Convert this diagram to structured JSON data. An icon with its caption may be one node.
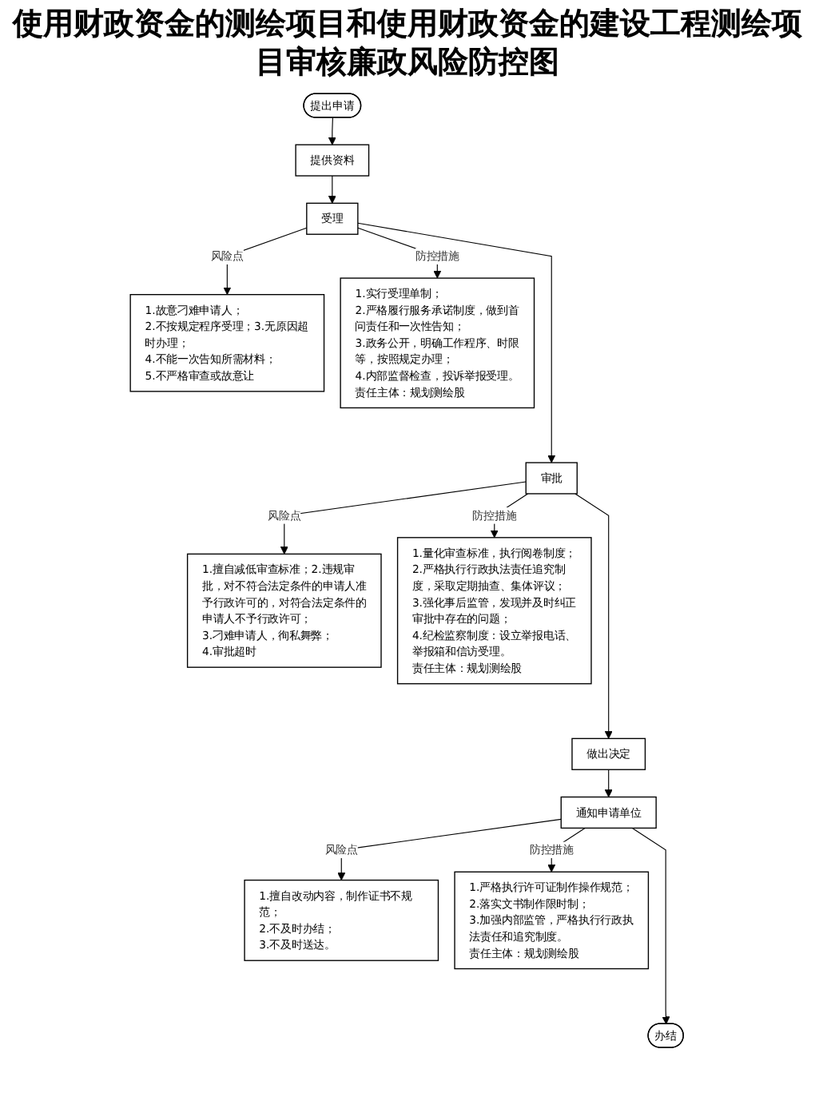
{
  "diagram": {
    "title": "使用财政资金的测绘项目和使用财政资金的建设工程测绘项目审核廉政风险防控图",
    "nodes": [
      {
        "text": [
          "提出申请"
        ]
      },
      {
        "text": [
          "提供资料"
        ]
      },
      {
        "text": [
          "受理"
        ]
      },
      {
        "text": [
          "1.故意刁难申请人；",
          "2.不按规定程序受理；3.无原因超时办理；",
          "4.不能一次告知所需材料；",
          "5.不严格审查或故意让"
        ]
      },
      {
        "text": [
          "1.实行受理单制；",
          "2.严格履行服务承诺制度，做到首问责任和一次性告知；",
          "3.政务公开，明确工作程序、时限等，按照规定办理；",
          "4.内部监督检查，投诉举报受理。",
          "责任主体：规划测绘股"
        ]
      },
      {
        "text": [
          "审批"
        ]
      },
      {
        "text": [
          "1.擅自减低审查标准；2.违规审批，对不符合法定条件的申请人准予行政许可的，对符合法定条件的申请人不予行政许可；",
          "3.刁难申请人，徇私舞弊；",
          "4.审批超时"
        ]
      },
      {
        "text": [
          "1.量化审查标准，执行阅卷制度；",
          "2.严格执行行政执法责任追究制度，采取定期抽查、集体评议；",
          "3.强化事后监管，发现并及时纠正审批中存在的问题；",
          "4.纪检监察制度：设立举报电话、举报箱和信访受理。",
          "责任主体：规划测绘股"
        ]
      },
      {
        "text": [
          "做出决定"
        ]
      },
      {
        "text": [
          "通知申请单位"
        ]
      },
      {
        "text": [
          "1.擅自改动内容，制作证书不规范；",
          "2.不及时办结；",
          "3.不及时送达。"
        ]
      },
      {
        "text": [
          "1.严格执行许可证制作操作规范；",
          "2.落实文书制作限时制；",
          "3.加强内部监管，严格执行行政执法责任和追究制度。",
          "责任主体：规划测绘股"
        ]
      },
      {
        "text": [
          "办结"
        ]
      }
    ],
    "edges": [
      {
        "from": 0,
        "to": 1,
        "arrow": "to"
      },
      {
        "from": 1,
        "to": 2,
        "arrow": "to"
      },
      {
        "from": 2,
        "to": 3,
        "arrow": "to",
        "label": "风险点"
      },
      {
        "from": 2,
        "to": 4,
        "arrow": "to",
        "label": "防控措施"
      },
      {
        "from": 2,
        "to": 5,
        "arrow": "to"
      },
      {
        "from": 5,
        "to": 6,
        "arrow": "to",
        "label": "风险点"
      },
      {
        "from": 5,
        "to": 7,
        "arrow": "to",
        "label": "防控措施"
      },
      {
        "from": 5,
        "to": 8,
        "arrow": "to"
      },
      {
        "from": 8,
        "to": 9,
        "arrow": "to"
      },
      {
        "from": 9,
        "to": 10,
        "arrow": "to",
        "label": "风险点"
      },
      {
        "from": 9,
        "to": 11,
        "arrow": "to",
        "label": "防控措施"
      },
      {
        "from": 9,
        "to": 12,
        "arrow": "to"
      }
    ]
  }
}
